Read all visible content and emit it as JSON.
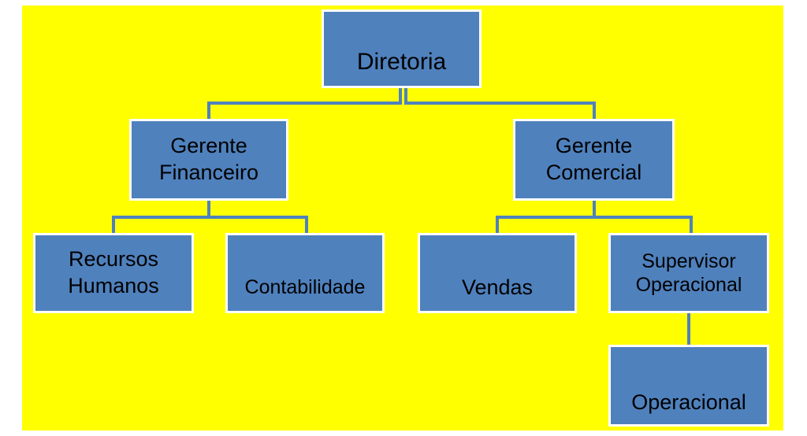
{
  "colors": {
    "background": "#ffff00",
    "box_fill": "#4f81bd",
    "box_border": "#ffffff",
    "connector": "#4f81bd",
    "text": "#000000"
  },
  "org_chart": {
    "root": {
      "label": "Diretoria"
    },
    "level1": [
      {
        "label": "Gerente\nFinanceiro"
      },
      {
        "label": "Gerente\nComercial"
      }
    ],
    "level2": [
      {
        "label": "Recursos\nHumanos",
        "parent": "Gerente Financeiro"
      },
      {
        "label": "Contabilidade",
        "parent": "Gerente Financeiro"
      },
      {
        "label": "Vendas",
        "parent": "Gerente Comercial"
      },
      {
        "label": "Supervisor\nOperacional",
        "parent": "Gerente Comercial"
      }
    ],
    "level3": [
      {
        "label": "Operacional",
        "parent": "Supervisor Operacional"
      }
    ]
  }
}
